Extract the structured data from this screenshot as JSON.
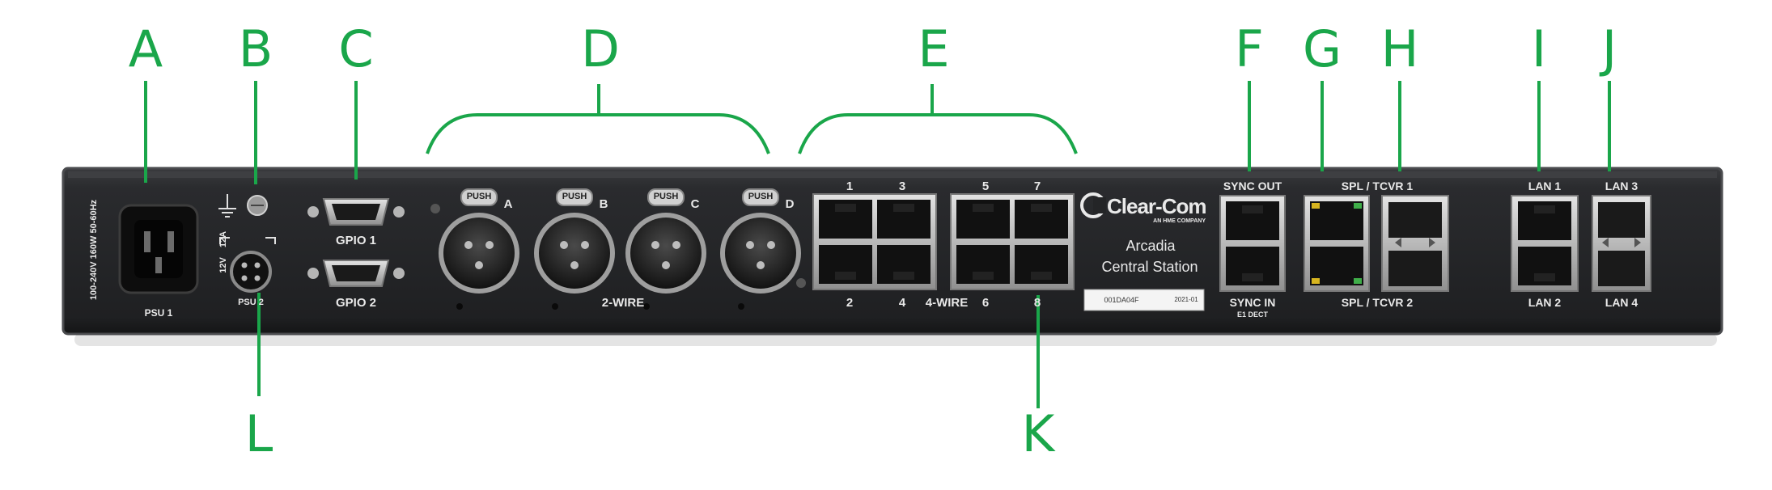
{
  "callouts": {
    "A": "A",
    "B": "B",
    "C": "C",
    "D": "D",
    "E": "E",
    "F": "F",
    "G": "G",
    "H": "H",
    "I": "I",
    "J": "J",
    "K": "K",
    "L": "L"
  },
  "panel": {
    "psu1_rating": "100-240V 160W 50-60Hz",
    "psu1_label": "PSU 1",
    "psu2_volts": "12V",
    "psu2_amps": "12A",
    "psu2_label": "PSU 2",
    "gpio1_label": "GPIO 1",
    "gpio2_label": "GPIO 2",
    "push_label": "PUSH",
    "xlr_labels": [
      "A",
      "B",
      "C",
      "D"
    ],
    "two_wire_label": "2-WIRE",
    "four_wire_port_numbers": [
      "1",
      "3",
      "5",
      "7",
      "2",
      "4",
      "6",
      "8"
    ],
    "four_wire_label": "4-WIRE",
    "brand_name": "Clear-Com",
    "brand_sub": "AN HME COMPANY",
    "product_name": "Arcadia",
    "product_sub": "Central Station",
    "serial": "001DA04F",
    "serial_date": "2021-01",
    "sync_out_label": "SYNC OUT",
    "sync_in_label": "SYNC IN",
    "sync_in_sub": "E1 DECT",
    "spl1_label": "SPL / TCVR 1",
    "spl2_label": "SPL / TCVR 2",
    "lan1_label": "LAN 1",
    "lan2_label": "LAN 2",
    "lan3_label": "LAN 3",
    "lan4_label": "LAN 4"
  },
  "colors": {
    "callout_green": "#1aa64a",
    "chassis": "#242527",
    "panel_text": "#e9e9e9"
  }
}
